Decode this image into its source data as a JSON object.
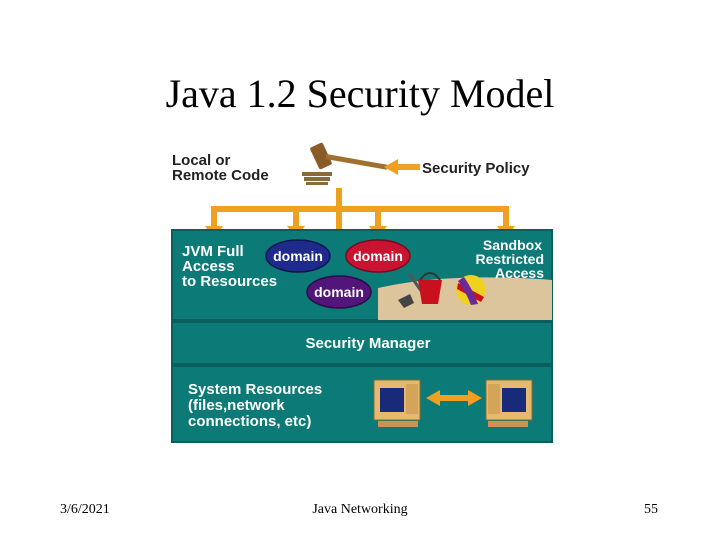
{
  "slide": {
    "title": "Java 1.2 Security Model",
    "footer_left": "3/6/2021",
    "footer_center": "Java Networking",
    "footer_right": "55"
  },
  "diagram": {
    "source_label": [
      "Local or",
      "Remote Code"
    ],
    "policy_label": "Security Policy",
    "jvm_label": [
      "JVM Full",
      "Access",
      "to Resources"
    ],
    "domain_labels": [
      "domain",
      "domain",
      "domain"
    ],
    "sandbox_label": [
      "Sandbox",
      "Restricted",
      "Access"
    ],
    "security_manager_label": "Security Manager",
    "resources_label": [
      "System Resources",
      "(files,network",
      "connections, etc)"
    ],
    "icons": [
      "gavel-icon",
      "arrow-left-icon",
      "bucket-icon",
      "shovel-icon",
      "beach-ball-icon",
      "computer-icon",
      "double-arrow-icon"
    ],
    "colors": {
      "teal": "#0c7a76",
      "orange": "#f0a020",
      "domain_blue": "#1e2a8c",
      "domain_red": "#c81432",
      "domain_purple": "#52157a",
      "sand": "#dcc49c"
    }
  }
}
